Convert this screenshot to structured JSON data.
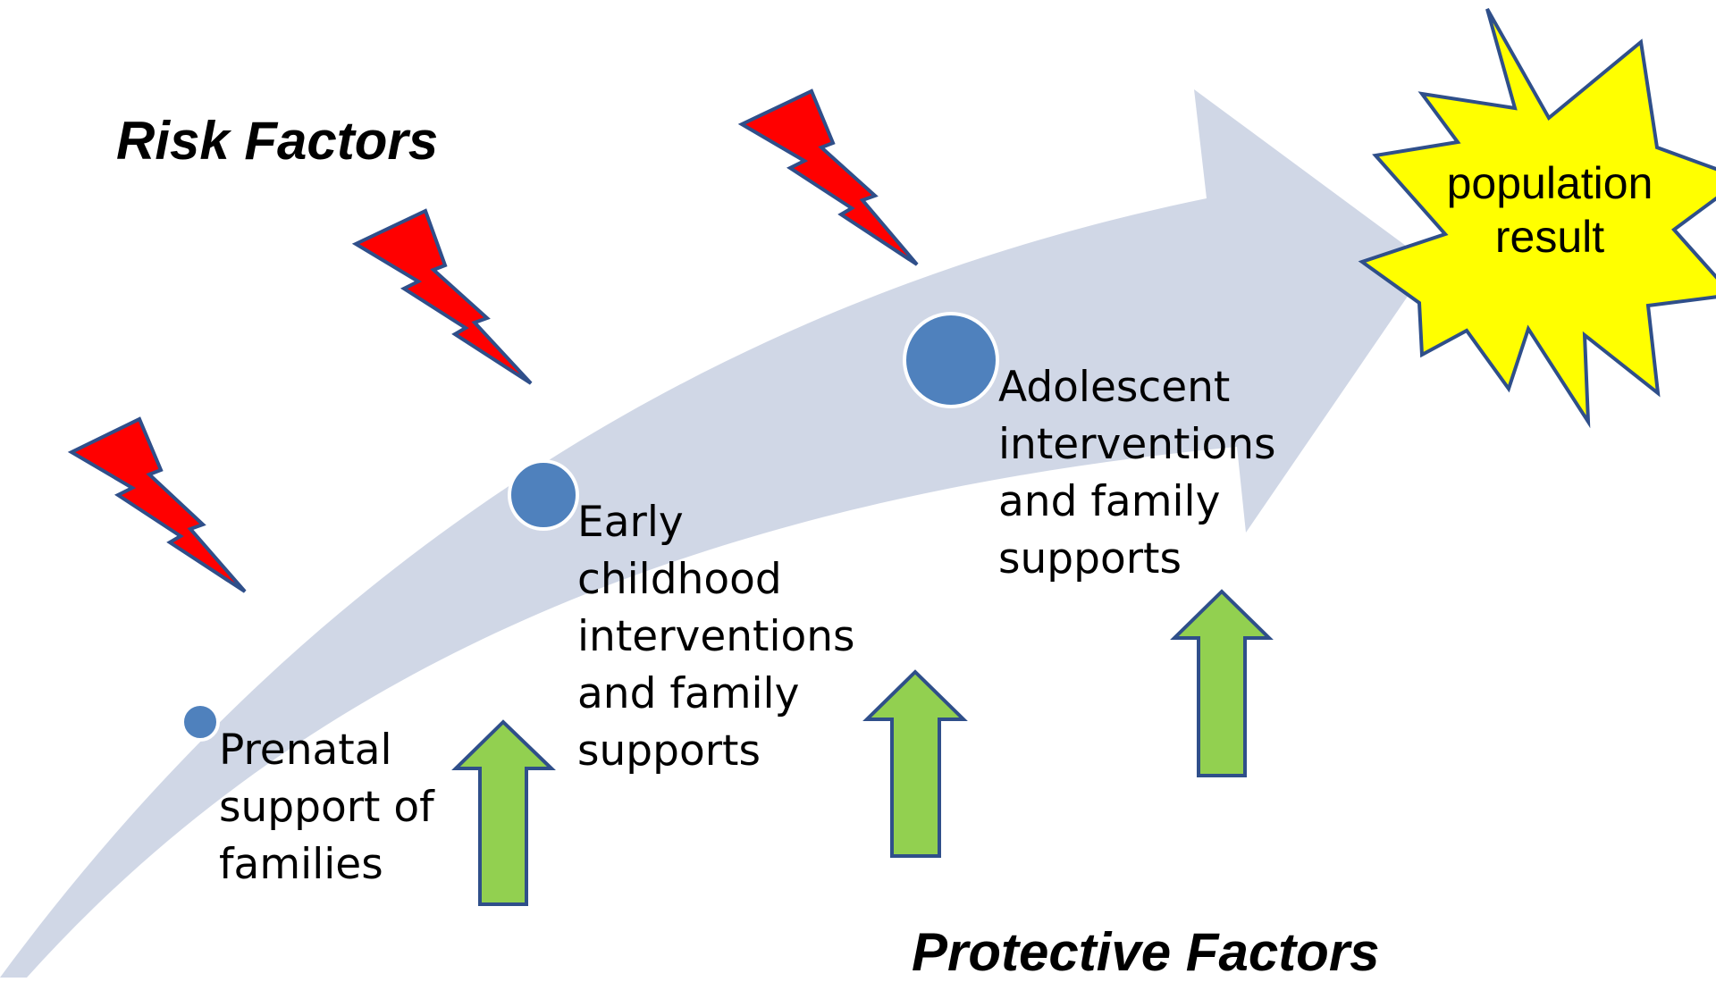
{
  "risk_factors_heading": "Risk Factors",
  "protective_factors_heading": "Protective Factors",
  "result": {
    "label": "population result"
  },
  "stages": [
    {
      "label": "Prenatal support of families"
    },
    {
      "label": "Early childhood interventions and family supports"
    },
    {
      "label": "Adolescent interventions and family supports"
    }
  ],
  "colors": {
    "pathway_arrow": "#d0d7e6",
    "stage_dot": "#4f81bd",
    "lightning_fill": "#ff0000",
    "lightning_outline": "#2f4f8a",
    "up_arrow_fill": "#92d050",
    "up_arrow_outline": "#2f4f8a",
    "starburst_fill": "#ffff00",
    "starburst_outline": "#2f4f8a"
  }
}
